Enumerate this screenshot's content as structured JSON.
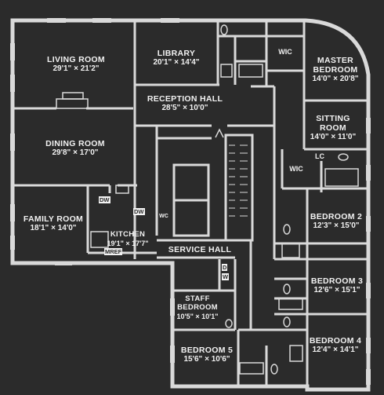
{
  "rooms": {
    "living_room": {
      "name": "LIVING ROOM",
      "dims": "29'1\" × 21'2\""
    },
    "library": {
      "name": "LIBRARY",
      "dims": "20'1\" × 14'4\""
    },
    "master_bedroom": {
      "name": "MASTER BEDROOM",
      "name_line1": "MASTER",
      "name_line2": "BEDROOM",
      "dims": "14'0\" × 20'8\""
    },
    "reception_hall": {
      "name": "RECEPTION HALL",
      "dims": "28'5\" × 10'0\""
    },
    "sitting_room": {
      "name": "SITTING ROOM",
      "name_line1": "SITTING",
      "name_line2": "ROOM",
      "dims": "14'0\" × 11'0\""
    },
    "dining_room": {
      "name": "DINING ROOM",
      "dims": "29'8\" × 17'0\""
    },
    "family_room": {
      "name": "FAMILY ROOM",
      "dims": "18'1\" × 14'0\""
    },
    "kitchen": {
      "name": "KITCHEN",
      "dims": "19'1\" × 17'7\""
    },
    "bedroom_2": {
      "name": "BEDROOM 2",
      "dims": "12'3\" × 15'0\""
    },
    "service_hall": {
      "name": "SERVICE HALL"
    },
    "bedroom_3": {
      "name": "BEDROOM 3",
      "dims": "12'6\" × 15'1\""
    },
    "staff_bedroom": {
      "name": "STAFF BEDROOM",
      "name_line1": "STAFF",
      "name_line2": "BEDROOM",
      "dims": "10'5\" × 10'1\""
    },
    "bedroom_4": {
      "name": "BEDROOM 4",
      "dims": "12'4\" × 14'1\""
    },
    "bedroom_5": {
      "name": "BEDROOM 5",
      "dims": "15'6\" × 10'6\""
    }
  },
  "tags": {
    "wic_1": "WIC",
    "wic_2": "WIC",
    "lc": "LC",
    "dw_1": "DW",
    "dw_2": "DW",
    "wc": "WC",
    "mref": "MREF",
    "d": "D",
    "w": "W"
  },
  "colors": {
    "background": "#2b2b2b",
    "room_fill": "#3a3a3a",
    "wall": "#d9d9d9",
    "label": "#f2f2f2"
  }
}
